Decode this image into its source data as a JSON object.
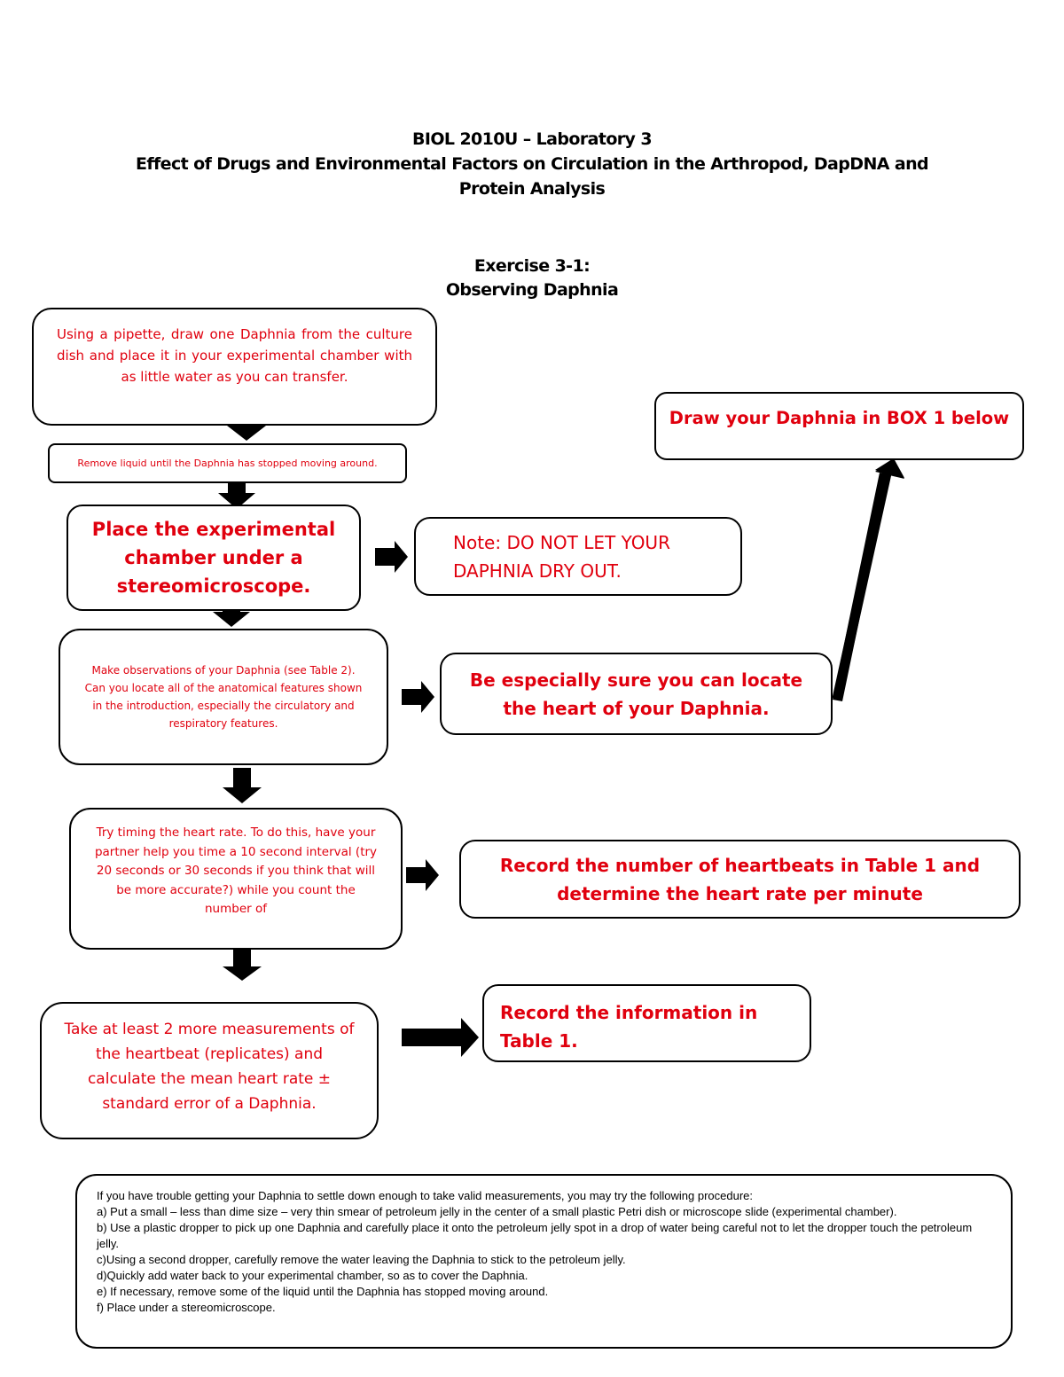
{
  "header": {
    "line1": "BIOL 2010U – Laboratory 3",
    "line2": "Effect of Drugs and Environmental Factors on Circulation in the Arthropod, DapDNA and",
    "line3": "Protein Analysis",
    "exercise": "Exercise 3-1:",
    "exercise_title": "Observing Daphnia"
  },
  "steps": {
    "pipette": "Using a pipette, draw one Daphnia from the culture dish and place it in your experimental chamber with as little water as you can transfer.",
    "remove_liquid": "Remove liquid until the Daphnia has stopped moving around.",
    "place_chamber": "Place the experimental chamber under a stereomicroscope.",
    "observations": "Make observations of your Daphnia (see Table 2). Can you locate all of the anatomical features shown in the introduction, especially the circulatory and respiratory features.",
    "timing": "Try timing the heart rate. To do this, have your partner help you time a 10 second interval (try 20 seconds or 30 seconds if you think that will be more accurate?) while you count the number of",
    "measurements": "Take at least 2 more measurements of the heartbeat (replicates) and calculate the mean heart rate ± standard error of a Daphnia."
  },
  "side_notes": {
    "dry_out": "Note: DO NOT LET YOUR DAPHNIA DRY OUT.",
    "heart": "Be especially sure you can locate the heart of your Daphnia.",
    "draw_box": "Draw your Daphnia in BOX 1 below",
    "record_heartbeats": "Record the number of heartbeats in Table 1 and determine the heart rate per minute",
    "record_info": "Record the information in Table 1."
  },
  "procedure": {
    "intro": "If you have trouble getting your Daphnia to settle down enough to take valid measurements, you may try the following procedure:",
    "a": "a) Put a small – less than dime size – very thin smear of petroleum jelly in the center of a small plastic Petri dish or microscope slide (experimental chamber).",
    "b": "b) Use a plastic dropper to pick up one Daphnia and carefully place it onto the petroleum jelly spot in a drop of water being careful not to let the dropper touch the petroleum jelly.",
    "c": "c)Using a second dropper, carefully remove the water leaving the Daphnia to stick to the petroleum jelly.",
    "d": "d)Quickly add water back to your experimental chamber, so as to cover the Daphnia.",
    "e": "e) If necessary, remove some of the liquid until the Daphnia has stopped moving around.",
    "f": "f) Place under a stereomicroscope."
  },
  "colors": {
    "step_text": "#e0000e",
    "border": "#000000"
  }
}
